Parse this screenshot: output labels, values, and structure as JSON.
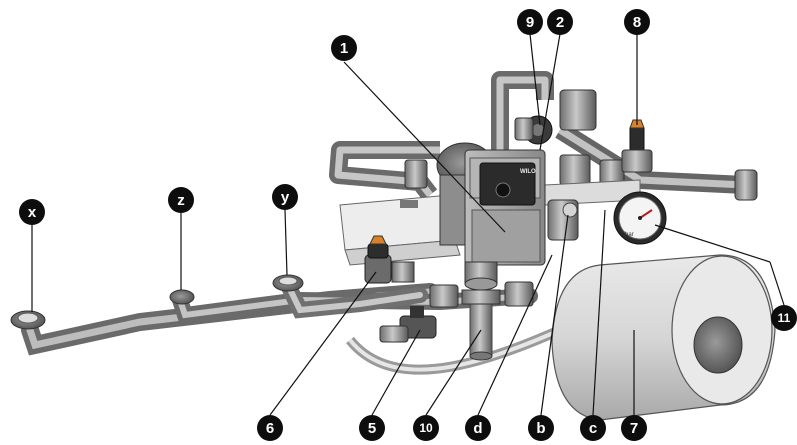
{
  "callouts": {
    "c1": "1",
    "c2": "2",
    "c5": "5",
    "c6": "6",
    "c7": "7",
    "c8": "8",
    "c9": "9",
    "c10": "10",
    "c11": "11",
    "cx": "x",
    "cy": "y",
    "cz": "z",
    "cb": "b",
    "cc": "c",
    "cd": "d"
  },
  "pump": {
    "brand": "WILO"
  },
  "gauge": {
    "unit": "bar"
  }
}
